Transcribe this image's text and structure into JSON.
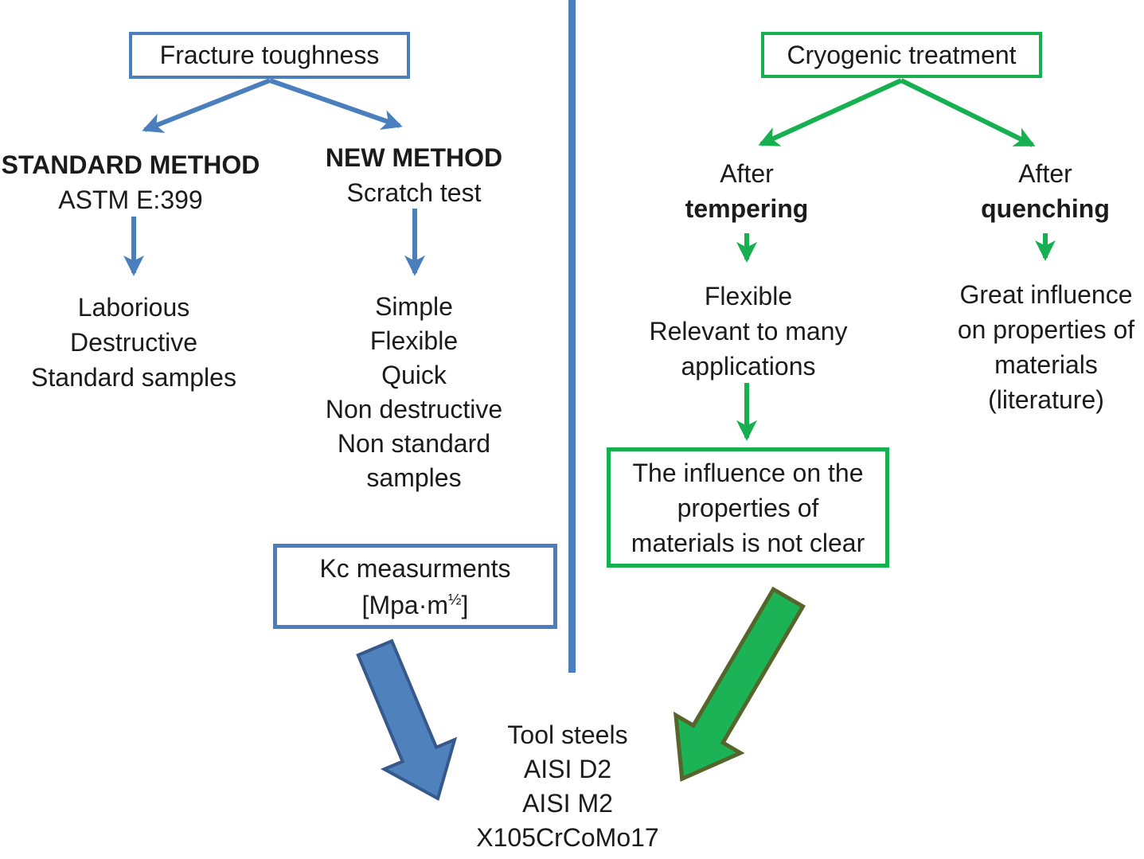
{
  "colors": {
    "blue": "#4a7ebc",
    "blue_arrow_fill": "#4f81bd",
    "blue_arrow_border": "#36598c",
    "green": "#17b050",
    "green_arrow_fill": "#1cb356",
    "green_arrow_border": "#55652c",
    "text": "#1b1b1b",
    "background": "#ffffff"
  },
  "left": {
    "title": "Fracture toughness",
    "standard_method": {
      "heading": "STANDARD METHOD",
      "subheading": "ASTM E:399",
      "items": [
        "Laborious",
        "Destructive",
        "Standard samples"
      ]
    },
    "new_method": {
      "heading": "NEW METHOD",
      "subheading": "Scratch test",
      "items": [
        "Simple",
        "Flexible",
        "Quick",
        "Non destructive",
        "Non standard",
        "samples"
      ]
    },
    "kc_box": {
      "line1": "Kc measurments",
      "line2_pre": "[Mpa·m",
      "line2_sup": "½",
      "line2_post": "]"
    }
  },
  "right": {
    "title": "Cryogenic treatment",
    "tempering": {
      "line1": "After",
      "line2": "tempering",
      "items": [
        "Flexible",
        "Relevant to many",
        "applications"
      ]
    },
    "quenching": {
      "line1": "After",
      "line2": "quenching",
      "items": [
        "Great influence",
        "on properties of",
        "materials",
        "(literature)"
      ]
    },
    "influence_box": {
      "lines": [
        "The influence on the",
        "properties of",
        "materials is not clear"
      ]
    }
  },
  "bottom": {
    "lines": [
      "Tool steels",
      "AISI D2",
      "AISI M2",
      "X105CrCoMo17"
    ]
  }
}
